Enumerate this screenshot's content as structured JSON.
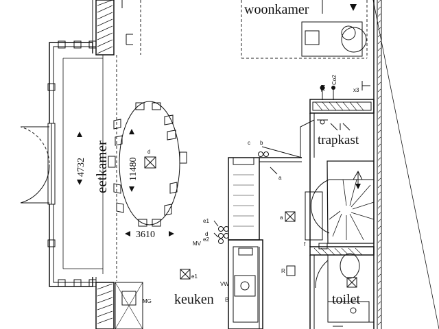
{
  "rooms": {
    "woonkamer": "woonkamer",
    "eetkamer": "eetkamer",
    "trapkast": "trapkast",
    "keuken": "keuken",
    "toilet": "toilet"
  },
  "dimensions": {
    "eetkamer_width": "4732",
    "eetkamer_length": "11480",
    "table_length": "3610"
  },
  "symbols": {
    "th": "TH",
    "co2": "Co2",
    "x3": "x3",
    "c": "c",
    "b": "b",
    "a": "a",
    "d": "d",
    "e1": "e1",
    "e2": "e2",
    "mv": "MV",
    "vw": "VW",
    "B": "B",
    "f": "f",
    "R": "R",
    "MG": "MG"
  }
}
